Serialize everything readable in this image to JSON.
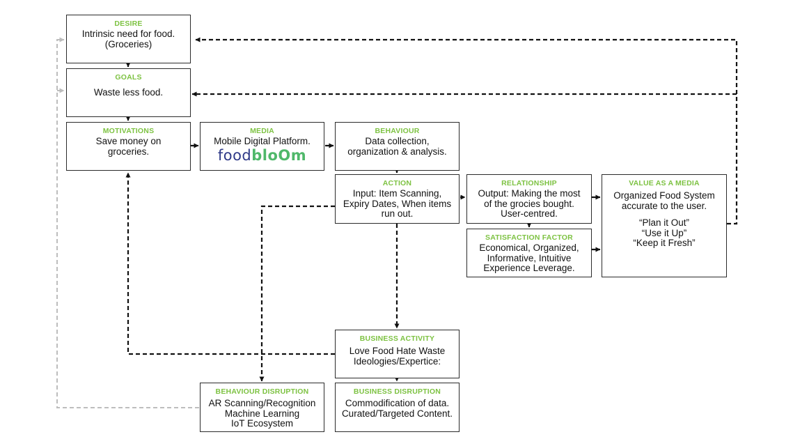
{
  "nodes": {
    "desire": {
      "heading": "DESIRE",
      "lines": [
        "Intrinsic need for food.",
        "(Groceries)"
      ]
    },
    "goals": {
      "heading": "GOALS",
      "lines": [
        "Waste less food."
      ]
    },
    "motivations": {
      "heading": "MOTIVATIONS",
      "lines": [
        "Save money on",
        "groceries."
      ]
    },
    "media": {
      "heading": "MEDIA",
      "lines": [
        "Mobile Digital Platform."
      ],
      "logo_food": "food",
      "logo_bloom": "bloOm"
    },
    "behaviour": {
      "heading": "BEHAVIOUR",
      "lines": [
        "Data collection,",
        "organization & analysis."
      ]
    },
    "action": {
      "heading": "ACTION",
      "lines": [
        "Input: Item Scanning,",
        "Expiry Dates, When items",
        "run out."
      ]
    },
    "relationship": {
      "heading": "RELATIONSHIP",
      "lines": [
        "Output: Making the most",
        "of the grocies bought.",
        "User-centred."
      ]
    },
    "satisfaction": {
      "heading": "SATISFACTION FACTOR",
      "lines": [
        "Economical, Organized,",
        "Informative, Intuitive",
        "Experience Leverage."
      ]
    },
    "value": {
      "heading": "VALUE AS A MEDIA",
      "lines": [
        "Organized Food System",
        "accurate to the user."
      ],
      "quotes": [
        "“Plan it Out”",
        "“Use it Up”",
        "“Keep it Fresh”"
      ]
    },
    "business_activity": {
      "heading": "BUSINESS ACTIVITY",
      "lines": [
        "Love Food Hate Waste",
        "Ideologies/Expertice:"
      ]
    },
    "behaviour_disruption": {
      "heading": "BEHAVIOUR DISRUPTION",
      "lines": [
        "AR Scanning/Recognition",
        "Machine Learning",
        "IoT Ecosystem"
      ]
    },
    "business_disruption": {
      "heading": "BUSINESS DISRUPTION",
      "lines": [
        "Commodification of data.",
        "Curated/Targeted Content."
      ]
    }
  },
  "colors": {
    "heading": "#7dc242",
    "line": "#111111",
    "faint_line": "#bdbdbd",
    "logo_food": "#2f3a88",
    "logo_bloom": "#4fb86a"
  }
}
